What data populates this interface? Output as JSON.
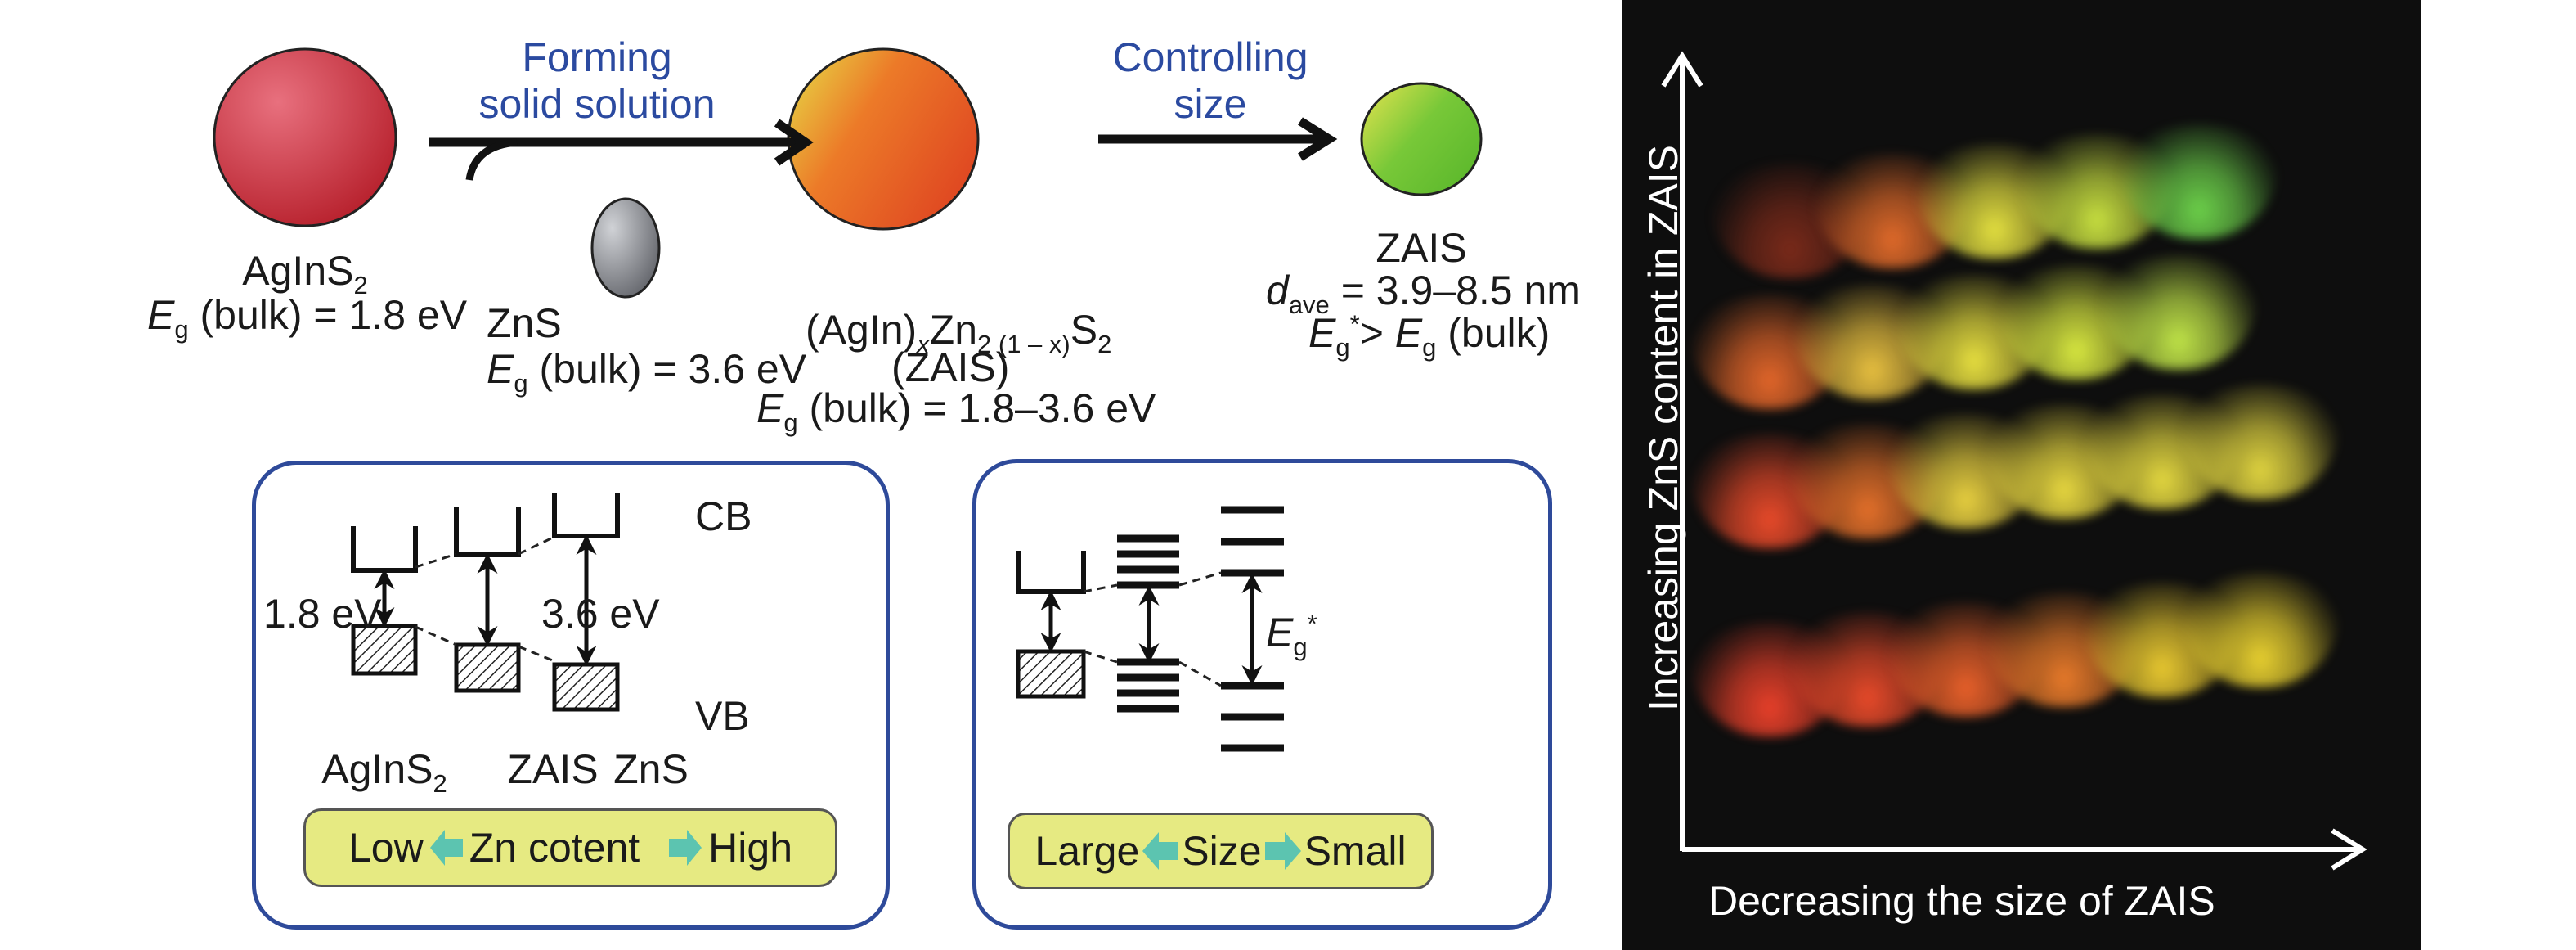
{
  "top_flow": {
    "step1_label_line1": "Forming",
    "step1_label_line2": "solid solution",
    "step2_label_line1": "Controlling",
    "step2_label_line2": "size",
    "agins2": {
      "name": "AgInS",
      "name_sub": "2",
      "eg_prefix": "E",
      "eg_sub": "g",
      "eg_text": " (bulk) = 1.8 eV",
      "color": "#d4304a"
    },
    "zns": {
      "name": "ZnS",
      "eg_prefix": "E",
      "eg_sub": "g",
      "eg_text": " (bulk) = 3.6 eV",
      "color": "#8a8c90"
    },
    "zais_solid": {
      "formula_a": "(AgIn)",
      "formula_x": "x",
      "formula_b": "Zn",
      "formula_sub": "2 (1 – x)",
      "formula_c": "S",
      "formula_c_sub": "2",
      "abbr": "(ZAIS)",
      "eg_prefix": "E",
      "eg_sub": "g",
      "eg_text": " (bulk) = 1.8–3.6 eV",
      "color": "#ea6a24"
    },
    "zais_small": {
      "name": "ZAIS",
      "d_prefix": "d",
      "d_sub": "ave",
      "d_text": " = 3.9–8.5 nm",
      "eg_prefix": "E",
      "eg_sub": "g",
      "eg_sup": "*",
      "eg_mid": "> ",
      "eg_prefix2": "E",
      "eg_sub2": "g",
      "eg_text": " (bulk)",
      "color": "#6cc034"
    }
  },
  "panel_composition": {
    "cb_label": "CB",
    "vb_label": "VB",
    "gap_left": "1.8 eV",
    "gap_right": "3.6 eV",
    "materials": [
      {
        "name": "AgInS",
        "sub": "2"
      },
      {
        "name": "ZAIS",
        "sub": ""
      },
      {
        "name": "ZnS",
        "sub": ""
      }
    ],
    "legend": {
      "left": "Low",
      "middle": "Zn cotent",
      "right": "High"
    }
  },
  "panel_size": {
    "gap_label_prefix": "E",
    "gap_label_sub": "g",
    "gap_label_sup": "*",
    "legend": {
      "left": "Large",
      "middle": "Size",
      "right": "Small"
    }
  },
  "photo": {
    "y_axis_label": "Increasing ZnS content in ZAIS",
    "x_axis_label": "Decreasing the size of ZAIS",
    "rows": [
      {
        "colors": [
          "#7a2a1a",
          "#e06a2a",
          "#e4e040",
          "#c8e040",
          "#6cd04a"
        ]
      },
      {
        "colors": [
          "#e2662a",
          "#e8c040",
          "#e8e040",
          "#d8e840",
          "#c0e448"
        ]
      },
      {
        "colors": [
          "#e84a2a",
          "#e4702a",
          "#e8d040",
          "#e8d840",
          "#e4d840",
          "#e0d440"
        ]
      },
      {
        "colors": [
          "#e8402a",
          "#e84a2a",
          "#e8602a",
          "#e87a2a",
          "#e8c830",
          "#e8d030"
        ]
      }
    ]
  },
  "colors": {
    "accent_blue": "#2b4aa0",
    "legend_bg": "#e6ea82",
    "legend_arrow": "#5cc4b0",
    "panel_border": "#2e4a9a"
  }
}
